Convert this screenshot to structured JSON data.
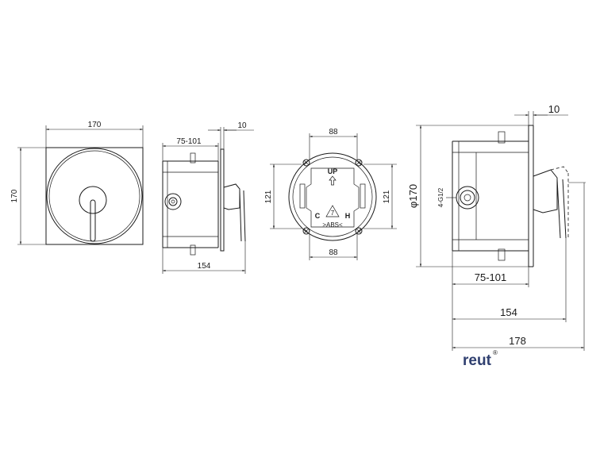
{
  "front_view": {
    "width_dim": "170",
    "height_dim": "170"
  },
  "side_view": {
    "top_dim": "10",
    "range_dim": "75-101",
    "bottom_dim": "154"
  },
  "box_view": {
    "top_dim": "88",
    "bottom_dim": "88",
    "left_dim": "121",
    "right_dim": "121",
    "up_label": "UP",
    "cold_label": "C",
    "hot_label": "H",
    "material_label": ">ABS<",
    "recycle_code": "7"
  },
  "large_view": {
    "top_dim": "10",
    "diameter_dim": "φ170",
    "thread_label": "4-G1/2",
    "range_dim": "75-101",
    "depth_dim": "154",
    "total_dim": "178"
  },
  "brand": {
    "name": "reut",
    "mark": "®"
  }
}
